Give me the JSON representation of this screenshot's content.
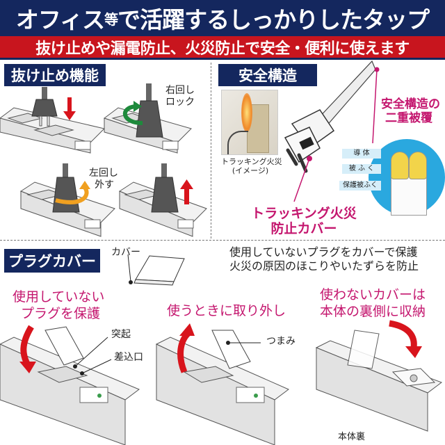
{
  "header": {
    "title_part1": "オフィス",
    "title_small": "等",
    "title_part2": "で活躍するしっかりしたタップ",
    "subtitle": "抜け止めや漏電防止、火災防止で安全・便利に使えます"
  },
  "colors": {
    "navy": "#14275e",
    "red": "#c8151e",
    "magenta": "#c4166e",
    "green_arrow": "#1e8a3c",
    "orange_arrow": "#f0a020",
    "cable_blue": "#2aa8df"
  },
  "lock_section": {
    "label": "抜け止め機能",
    "step_right_turn": [
      "右回し",
      "ロック"
    ],
    "step_left_turn": [
      "左回し",
      "外す"
    ]
  },
  "safety_section": {
    "label": "安全構造",
    "photo_caption": [
      "トラッキング火災",
      "(イメージ)"
    ],
    "double_coating": [
      "安全構造の",
      "二重被覆"
    ],
    "tracking_cover": [
      "トラッキング火災",
      "防止カバー"
    ],
    "cable_layers": [
      "導 体",
      "被 ふ く",
      "保護被ふく"
    ]
  },
  "cover_section": {
    "label": "プラグカバー",
    "cover_label": "カバー",
    "description": [
      "使用していないプラグをカバーで保護",
      "火災の原因のほこりやいたずらを防止"
    ],
    "panel1": {
      "caption": [
        "使用していない",
        "プラグを保護"
      ],
      "callouts": [
        "突起",
        "差込口"
      ]
    },
    "panel2": {
      "caption": "使うときに取り外し",
      "callouts": [
        "つまみ"
      ]
    },
    "panel3": {
      "caption": [
        "使わないカバーは",
        "本体の裏側に収納"
      ],
      "bottom_label": "本体裏"
    }
  }
}
